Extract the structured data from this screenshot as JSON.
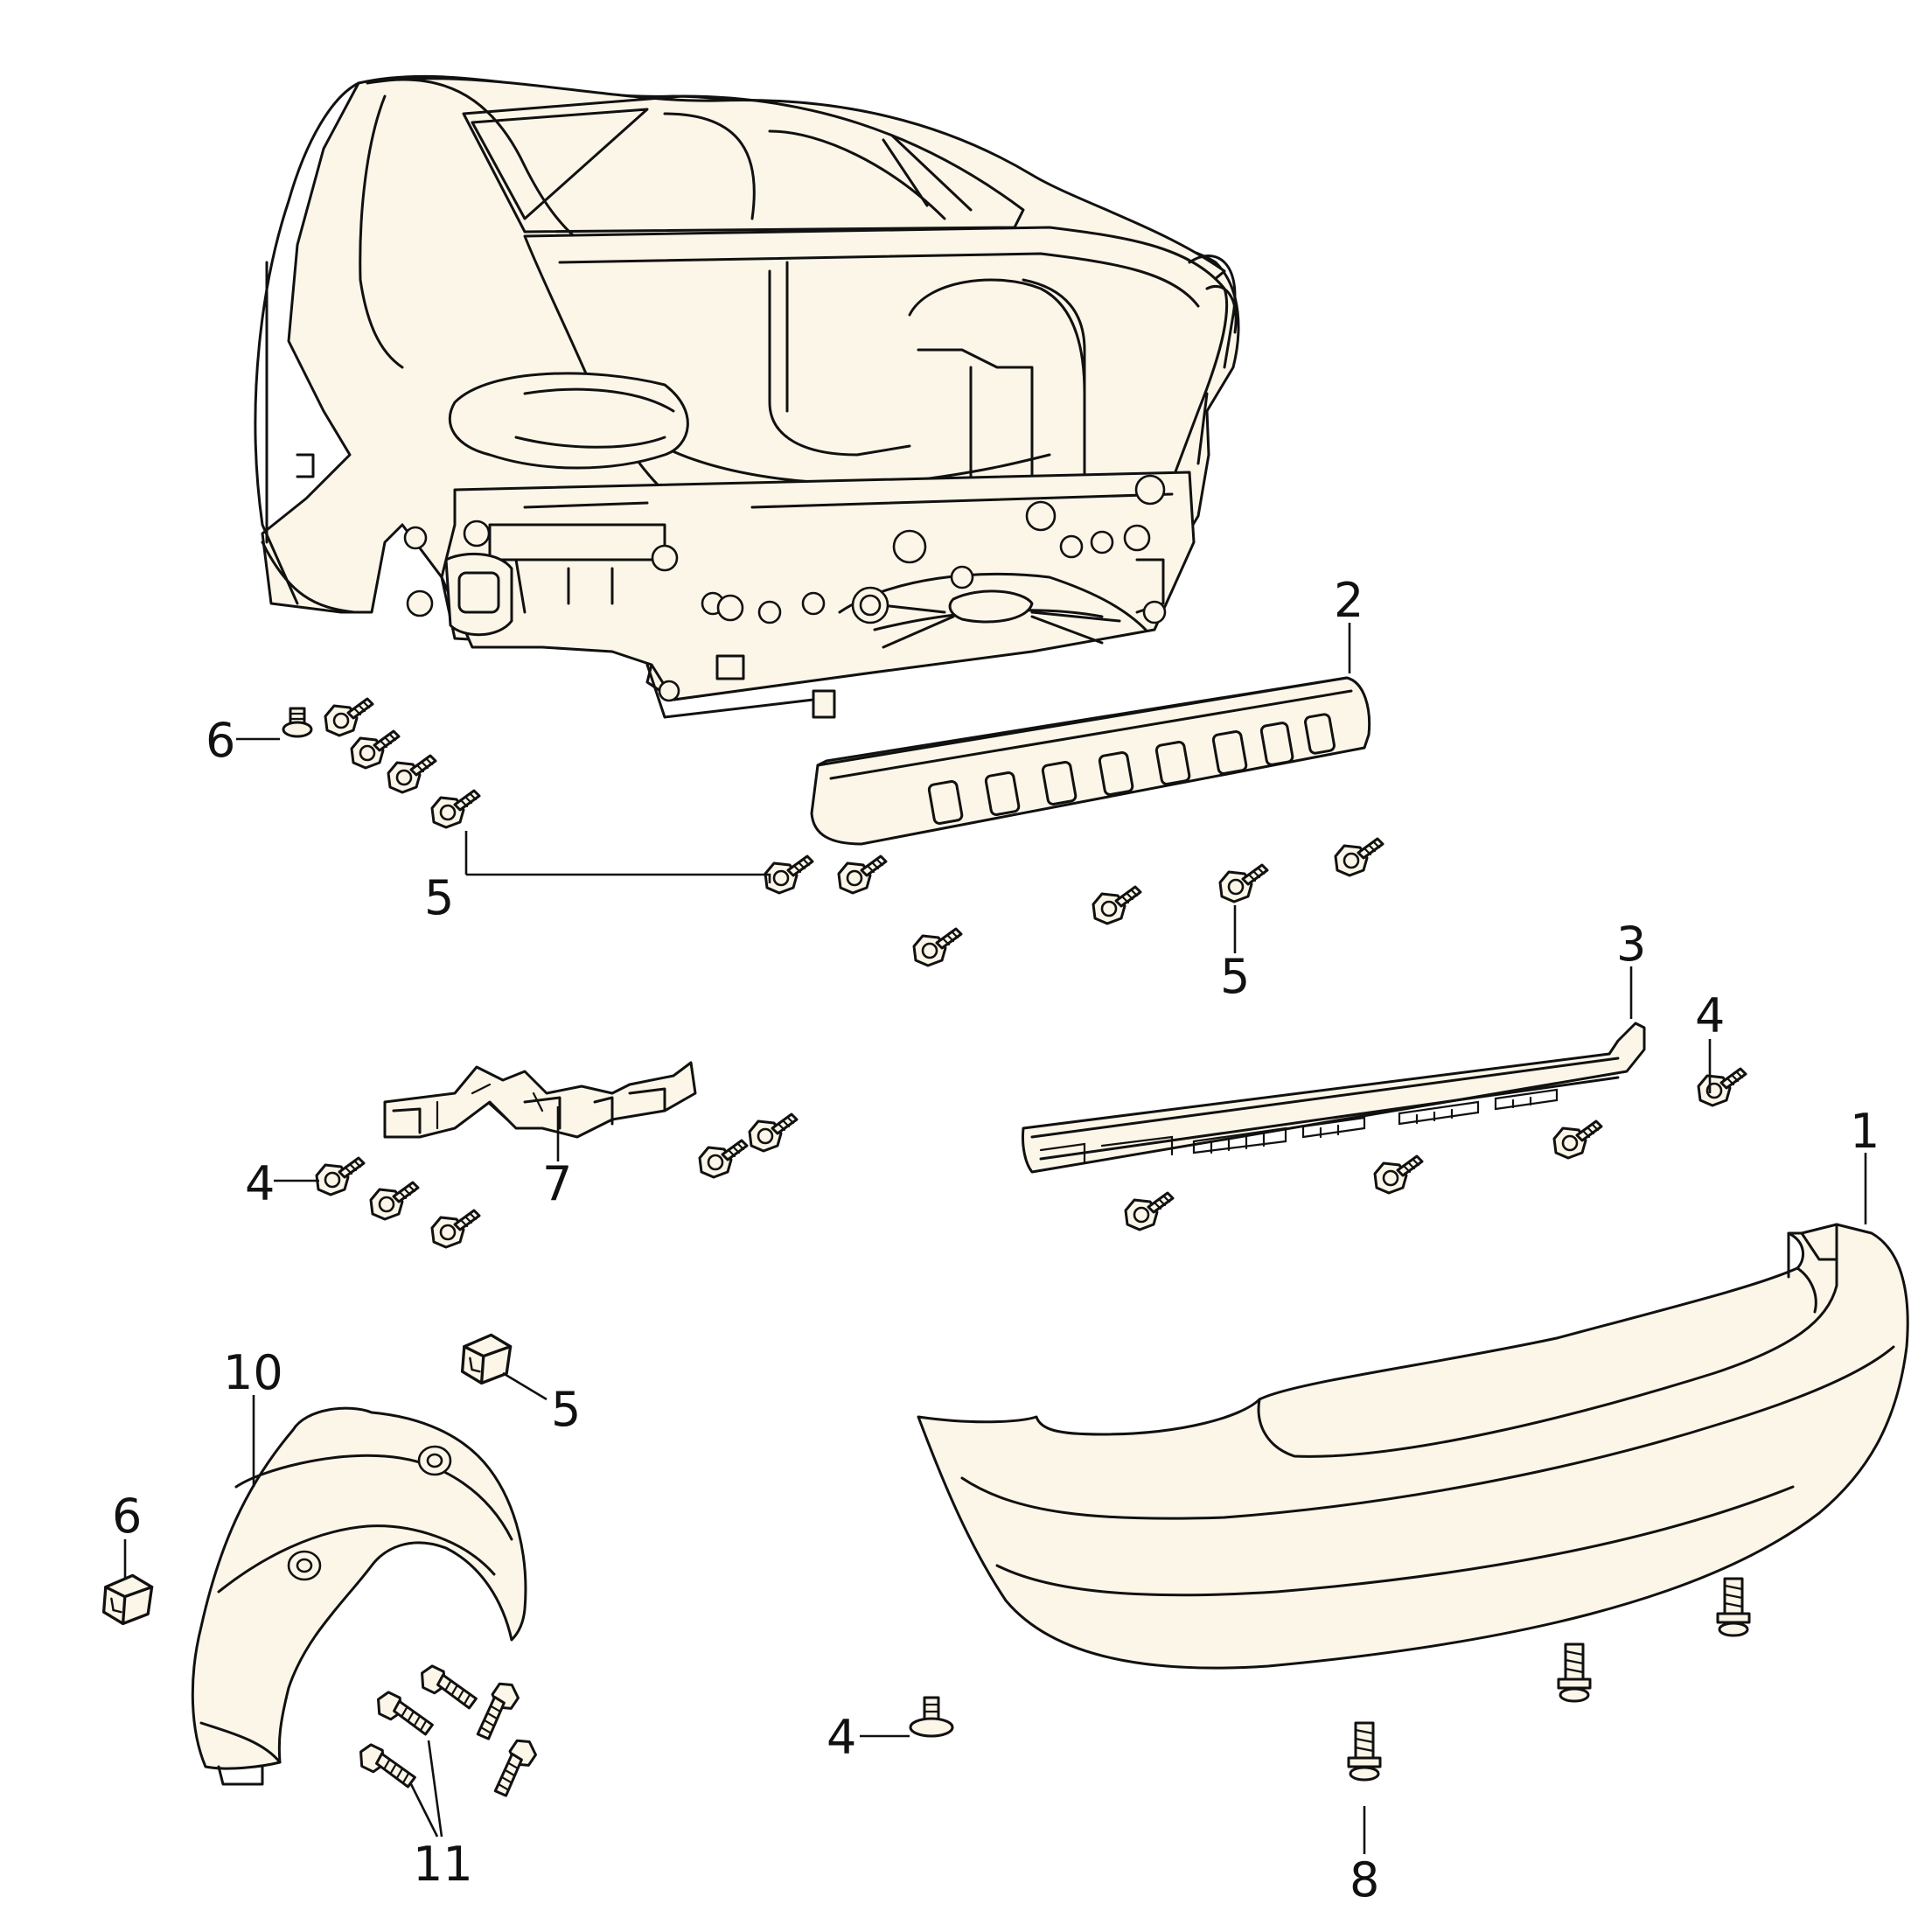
{
  "diagram": {
    "type": "exploded-parts-diagram",
    "callouts": {
      "c1": "1",
      "c2": "2",
      "c3": "3",
      "c4a": "4",
      "c4b": "4",
      "c4c": "4",
      "c5a": "5",
      "c5b": "5",
      "c5c": "5",
      "c6a": "6",
      "c6b": "6",
      "c7": "7",
      "c8": "8",
      "c10": "10",
      "c11": "11"
    },
    "colors": {
      "part_fill": "#fbf6e8",
      "line": "#111111"
    }
  }
}
